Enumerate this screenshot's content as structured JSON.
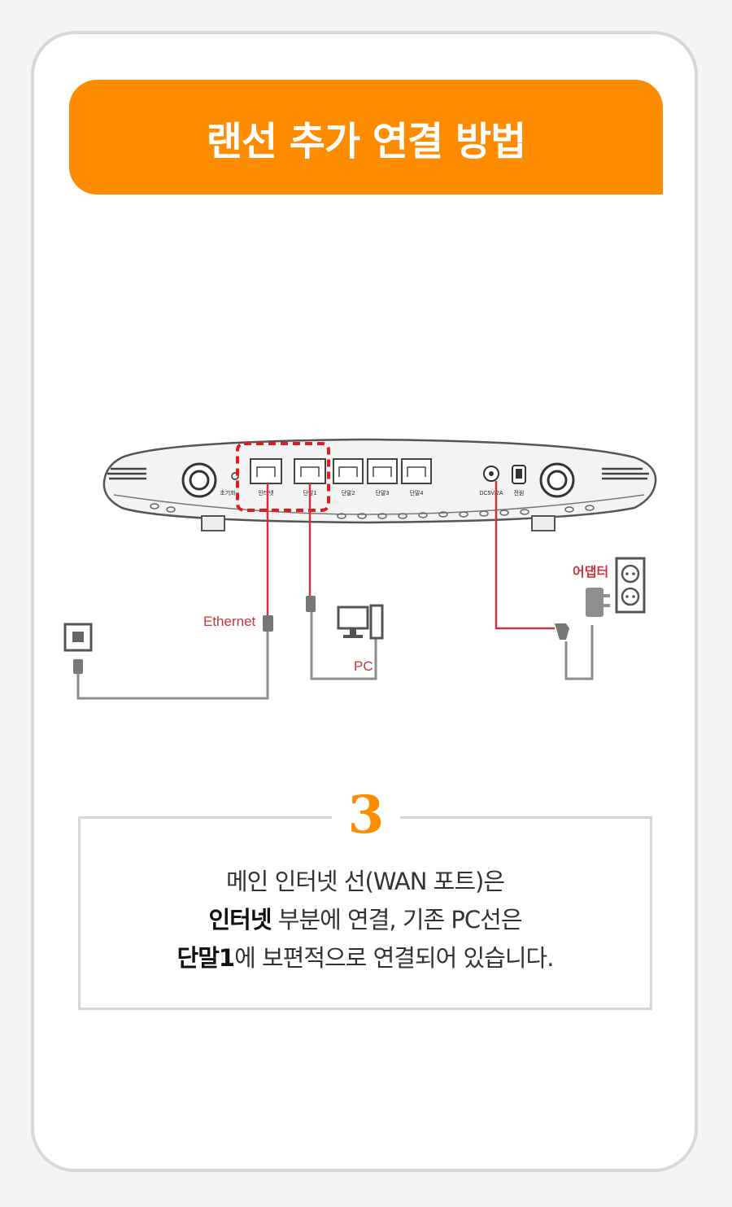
{
  "header": {
    "title": "랜선 추가 연결 방법"
  },
  "diagram": {
    "port_labels": [
      "초기화",
      "인터넷",
      "단말1",
      "단말2",
      "단말3",
      "단말4",
      "DC5V/2A",
      "전원"
    ],
    "ethernet_label": "Ethernet",
    "pc_label": "PC",
    "adapter_label": "어댑터",
    "highlight_color": "#e11b22",
    "cable_color": "#c9353b"
  },
  "step": {
    "number": "3",
    "line1": "메인 인터넷 선(WAN 포트)은",
    "line2_bold": "인터넷",
    "line2_rest": " 부분에 연결, 기존 PC선은",
    "line3_bold": "단말1",
    "line3_rest": "에 보편적으로 연결되어 있습니다."
  }
}
